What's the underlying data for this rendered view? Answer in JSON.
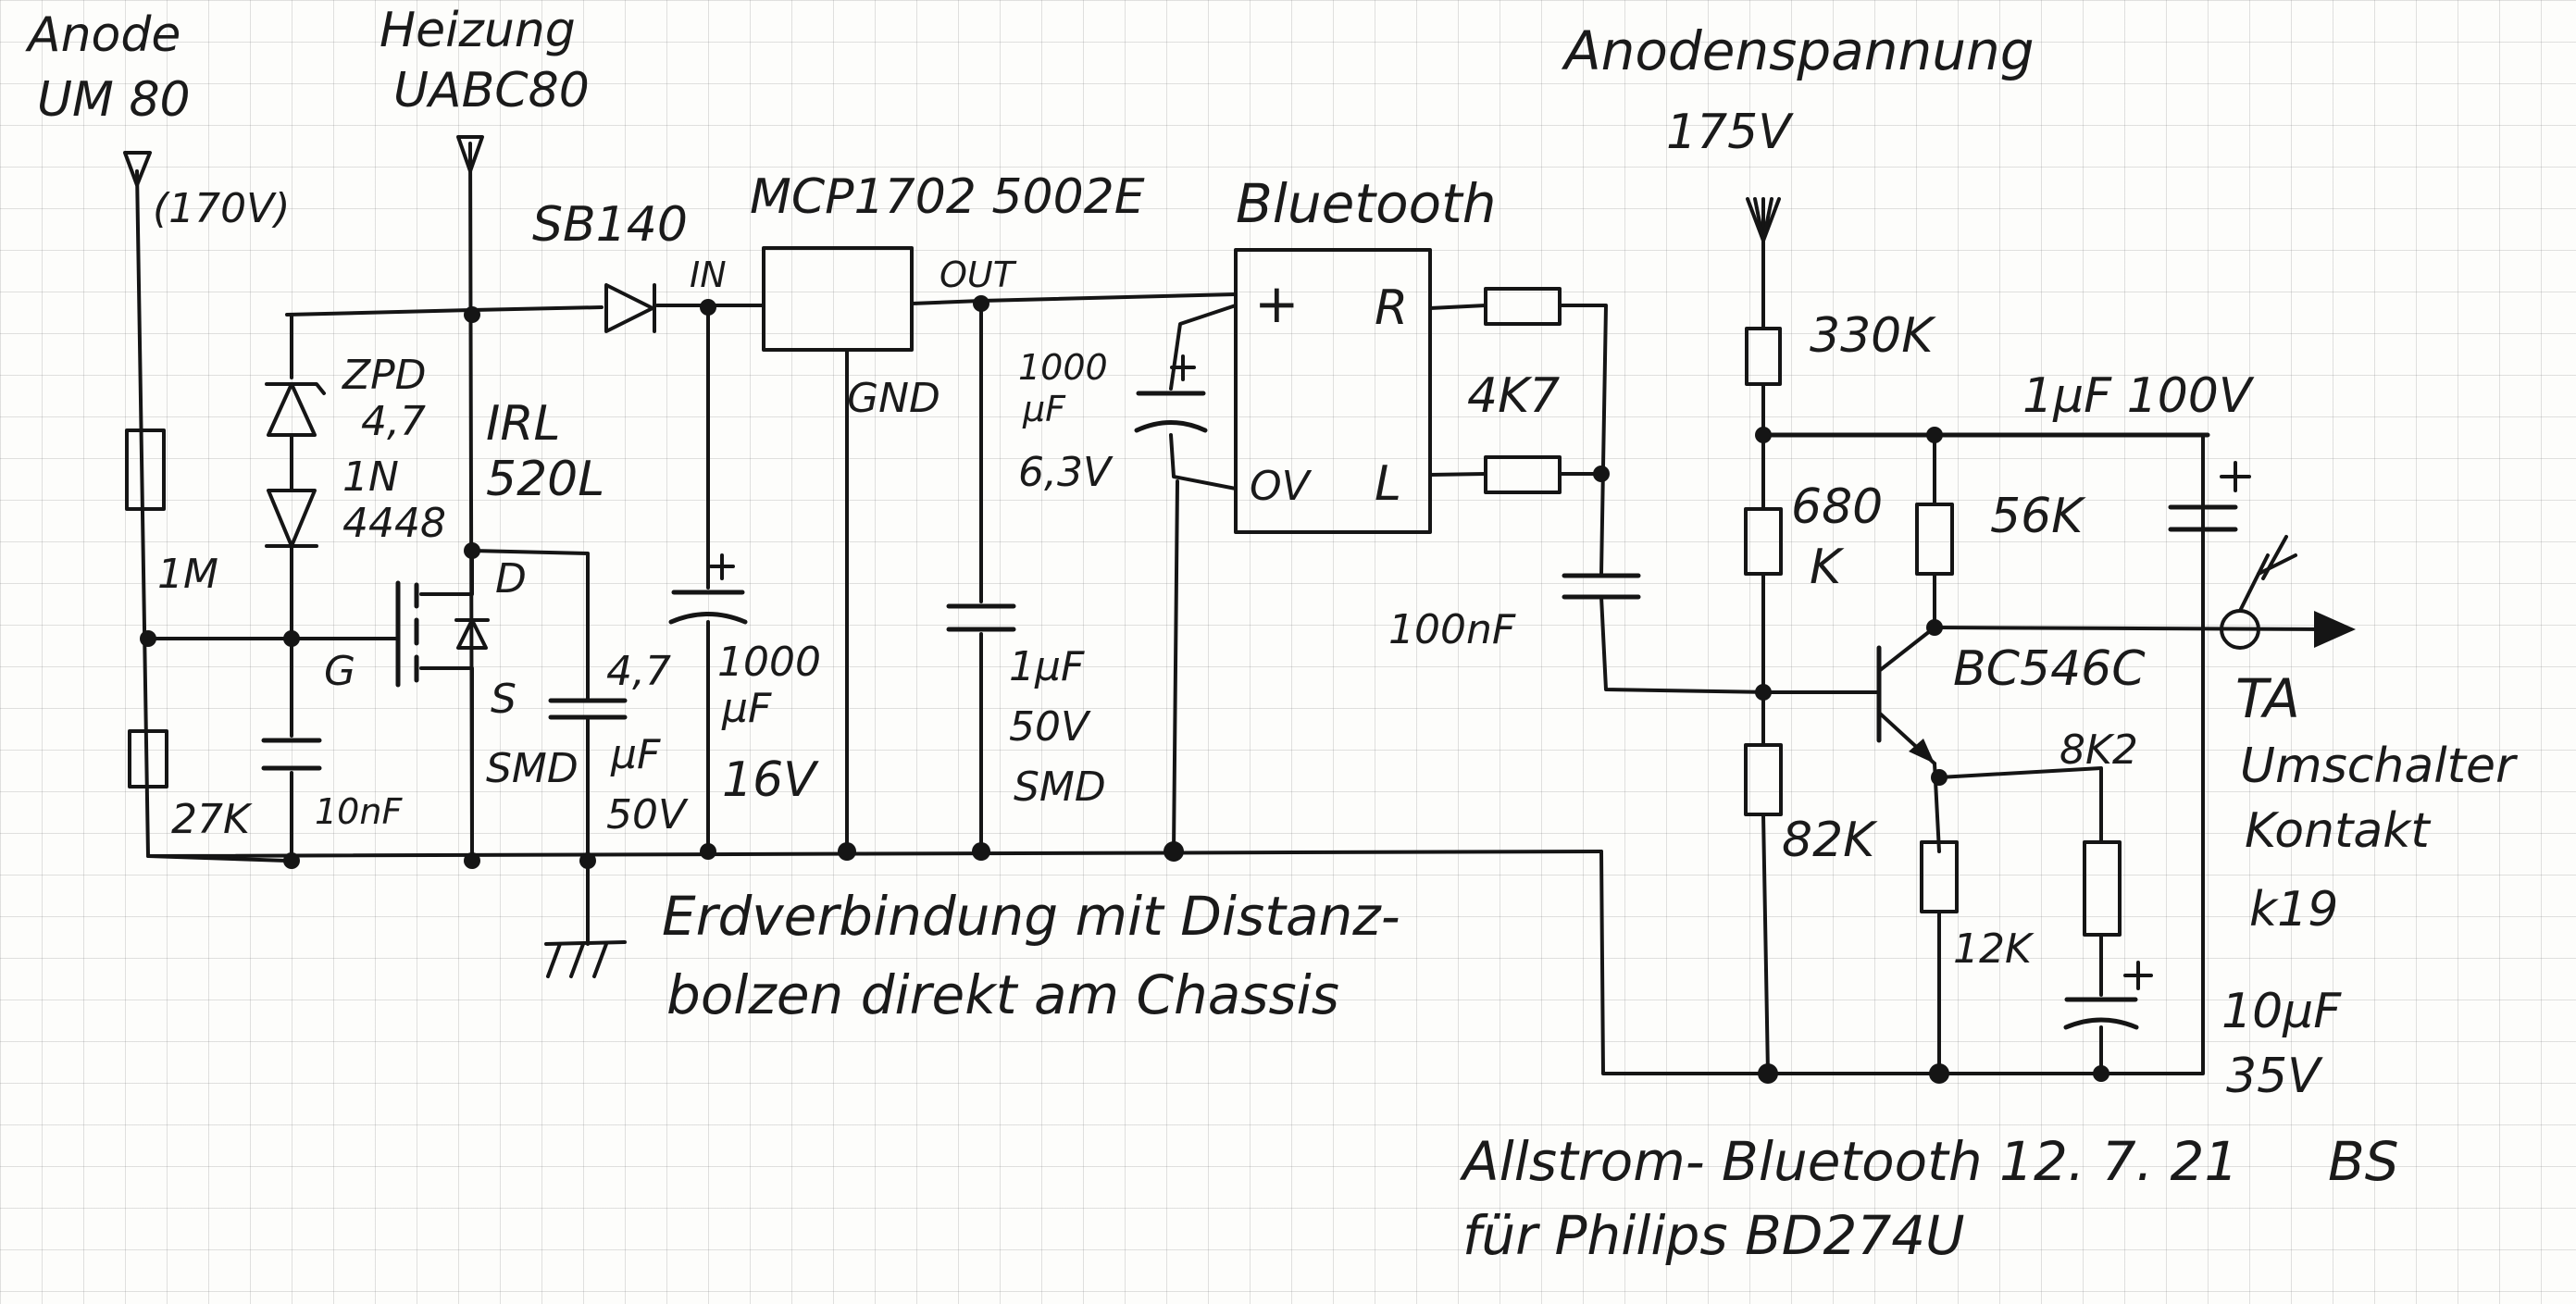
{
  "labels": {
    "anode": "Anode",
    "um80": "UM 80",
    "v170": "(170V)",
    "heizung": "Heizung",
    "uabc80": "UABC80",
    "sb140": "SB140",
    "mcp": "MCP1702 5002E",
    "bluetooth": "Bluetooth",
    "in": "IN",
    "out": "OUT",
    "gnd": "GND",
    "bt_plus": "+",
    "bt_r": "R",
    "bt_ov": "OV",
    "bt_l": "L",
    "zpd": "ZPD",
    "zpd_v": "4,7",
    "n4148_a": "1N",
    "n4148_b": "4448",
    "irl_a": "IRL",
    "irl_b": "520L",
    "r1m": "1M",
    "g": "G",
    "d": "D",
    "s": "S",
    "r27k": "27K",
    "c10nf": "10nF",
    "smd": "SMD",
    "c47": "4,7",
    "c47_pf": "μF",
    "c47_v": "50V",
    "cap1000_a": "1000",
    "cap1000_b": "μF",
    "cap1000_c": "16V",
    "cap1000b_a": "1000",
    "cap1000b_b": "μF",
    "cap1000b_c": "6,3V",
    "cap1uf_a": "1μF",
    "cap1uf_b": "50V",
    "cap1uf_c": "SMD",
    "r4k7": "4K7",
    "c100nf": "100nF",
    "anodenspannung": "Anodenspannung",
    "v175": "175V",
    "r330k": "330K",
    "c1uf100v": "1μF 100V",
    "r680": "680",
    "r680_k": "K",
    "r56k": "56K",
    "bc546c": "BC546C",
    "r82k": "82K",
    "r8k2": "8K2",
    "r12k": "12K",
    "c10uf_a": "10μF",
    "c10uf_b": "35V",
    "ta": "TA",
    "umschalter": "Umschalter",
    "kontakt": "Kontakt",
    "k19": "k19",
    "erd1": "Erdverbindung mit Distanz-",
    "erd2": "bolzen direkt am Chassis",
    "footer1": "Allstrom- Bluetooth  12. 7. 21",
    "initials": "BS",
    "footer2": "für Philips BD274U"
  }
}
